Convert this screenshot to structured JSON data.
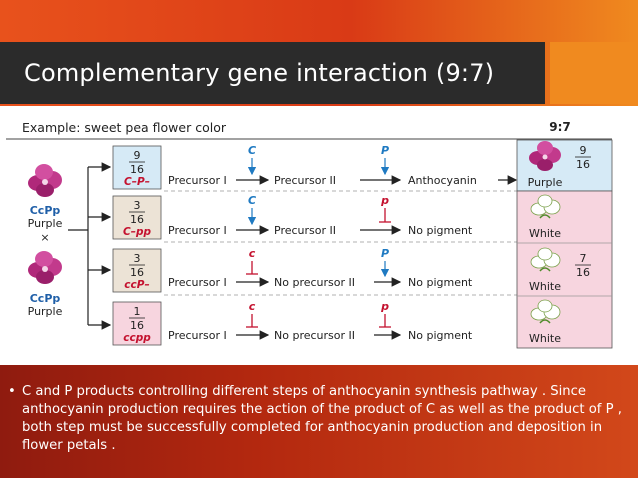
{
  "title": "Complementary gene interaction (9:7)",
  "diagram": {
    "example_label": "Example: sweet pea flower color",
    "ratio_header": "9:7",
    "parents": [
      {
        "genotype": "CcPp",
        "phenotype": "Purple"
      },
      {
        "genotype": "CcPp",
        "phenotype": "Purple"
      }
    ],
    "cross_symbol": "×",
    "rows": [
      {
        "num": "9",
        "den": "16",
        "genotype": "C–P–",
        "precursor": "Precursor I",
        "gene1": "C",
        "intermediate": "Precursor II",
        "gene2": "P",
        "product": "Anthocyanin",
        "result": "Purple",
        "result_color": "#d6eaf6"
      },
      {
        "num": "3",
        "den": "16",
        "genotype": "C–pp",
        "precursor": "Precursor I",
        "gene1": "C",
        "intermediate": "Precursor II",
        "gene2": "p",
        "product": "No pigment",
        "result": "White",
        "result_color": "#f7d5df"
      },
      {
        "num": "3",
        "den": "16",
        "genotype": "ccP–",
        "precursor": "Precursor I",
        "gene1": "c",
        "intermediate": "No precursor II",
        "gene2": "P",
        "product": "No pigment",
        "result": "White",
        "result_color": "#f7d5df"
      },
      {
        "num": "1",
        "den": "16",
        "genotype": "ccpp",
        "precursor": "Precursor I",
        "gene1": "c",
        "intermediate": "No precursor II",
        "gene2": "p",
        "product": "No pigment",
        "result": "White",
        "result_color": "#f7d5df"
      }
    ],
    "right_fractions": [
      {
        "num": "9",
        "den": "16"
      },
      {
        "num": "7",
        "den": "16"
      }
    ],
    "colors": {
      "box_blue": "#d6eaf6",
      "box_pink": "#f7d5df",
      "box_beige": "#ece3d6",
      "genotype_red": "#c4122f",
      "gene_blue": "#1f7ac2",
      "gene_red": "#c4122f",
      "parent_blue": "#1f5fa8",
      "flower_purple": "#b0287a"
    }
  },
  "bullet": "•",
  "body_text": "C and P products controlling different steps of anthocyanin synthesis pathway . Since anthocyanin production requires the action of the product of C as well as the product of P , both step must be successfully completed for anthocyanin production and deposition in flower petals ."
}
